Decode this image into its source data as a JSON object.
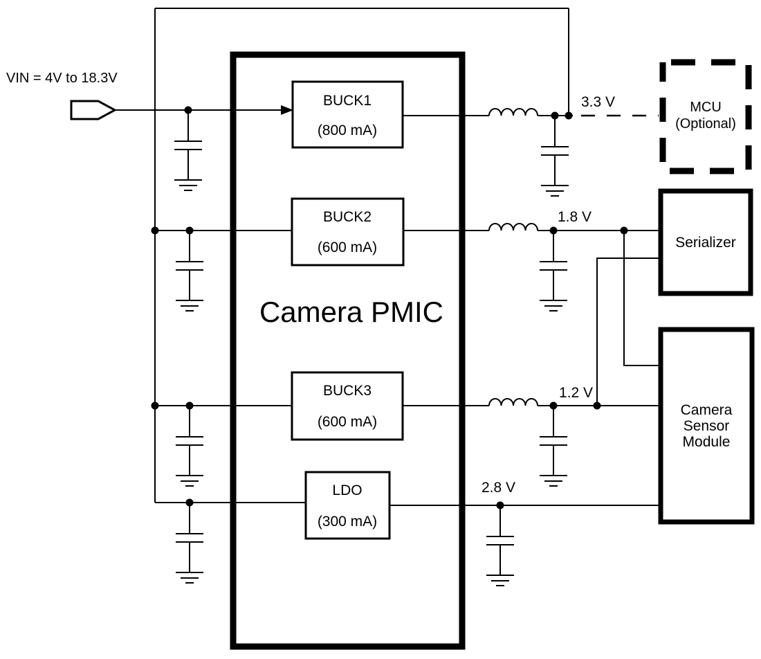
{
  "diagram": {
    "input": {
      "label": "VIN = 4V to 18.3V"
    },
    "pmic": {
      "label": "Camera PMIC"
    },
    "regulators": [
      {
        "name": "BUCK1",
        "rating": "(800 mA)",
        "output_voltage": "3.3 V"
      },
      {
        "name": "BUCK2",
        "rating": "(600 mA)",
        "output_voltage": "1.8 V"
      },
      {
        "name": "BUCK3",
        "rating": "(600 mA)",
        "output_voltage": "1.2 V"
      },
      {
        "name": "LDO",
        "rating": "(300 mA)",
        "output_voltage": "2.8 V"
      }
    ],
    "loads": {
      "mcu": {
        "name": "MCU",
        "qualifier": "(Optional)"
      },
      "serializer": {
        "name": "Serializer"
      },
      "camera_sensor_module": {
        "line1": "Camera",
        "line2": "Sensor",
        "line3": "Module"
      }
    },
    "colors": {
      "line": "#000000",
      "background": "#ffffff"
    }
  }
}
